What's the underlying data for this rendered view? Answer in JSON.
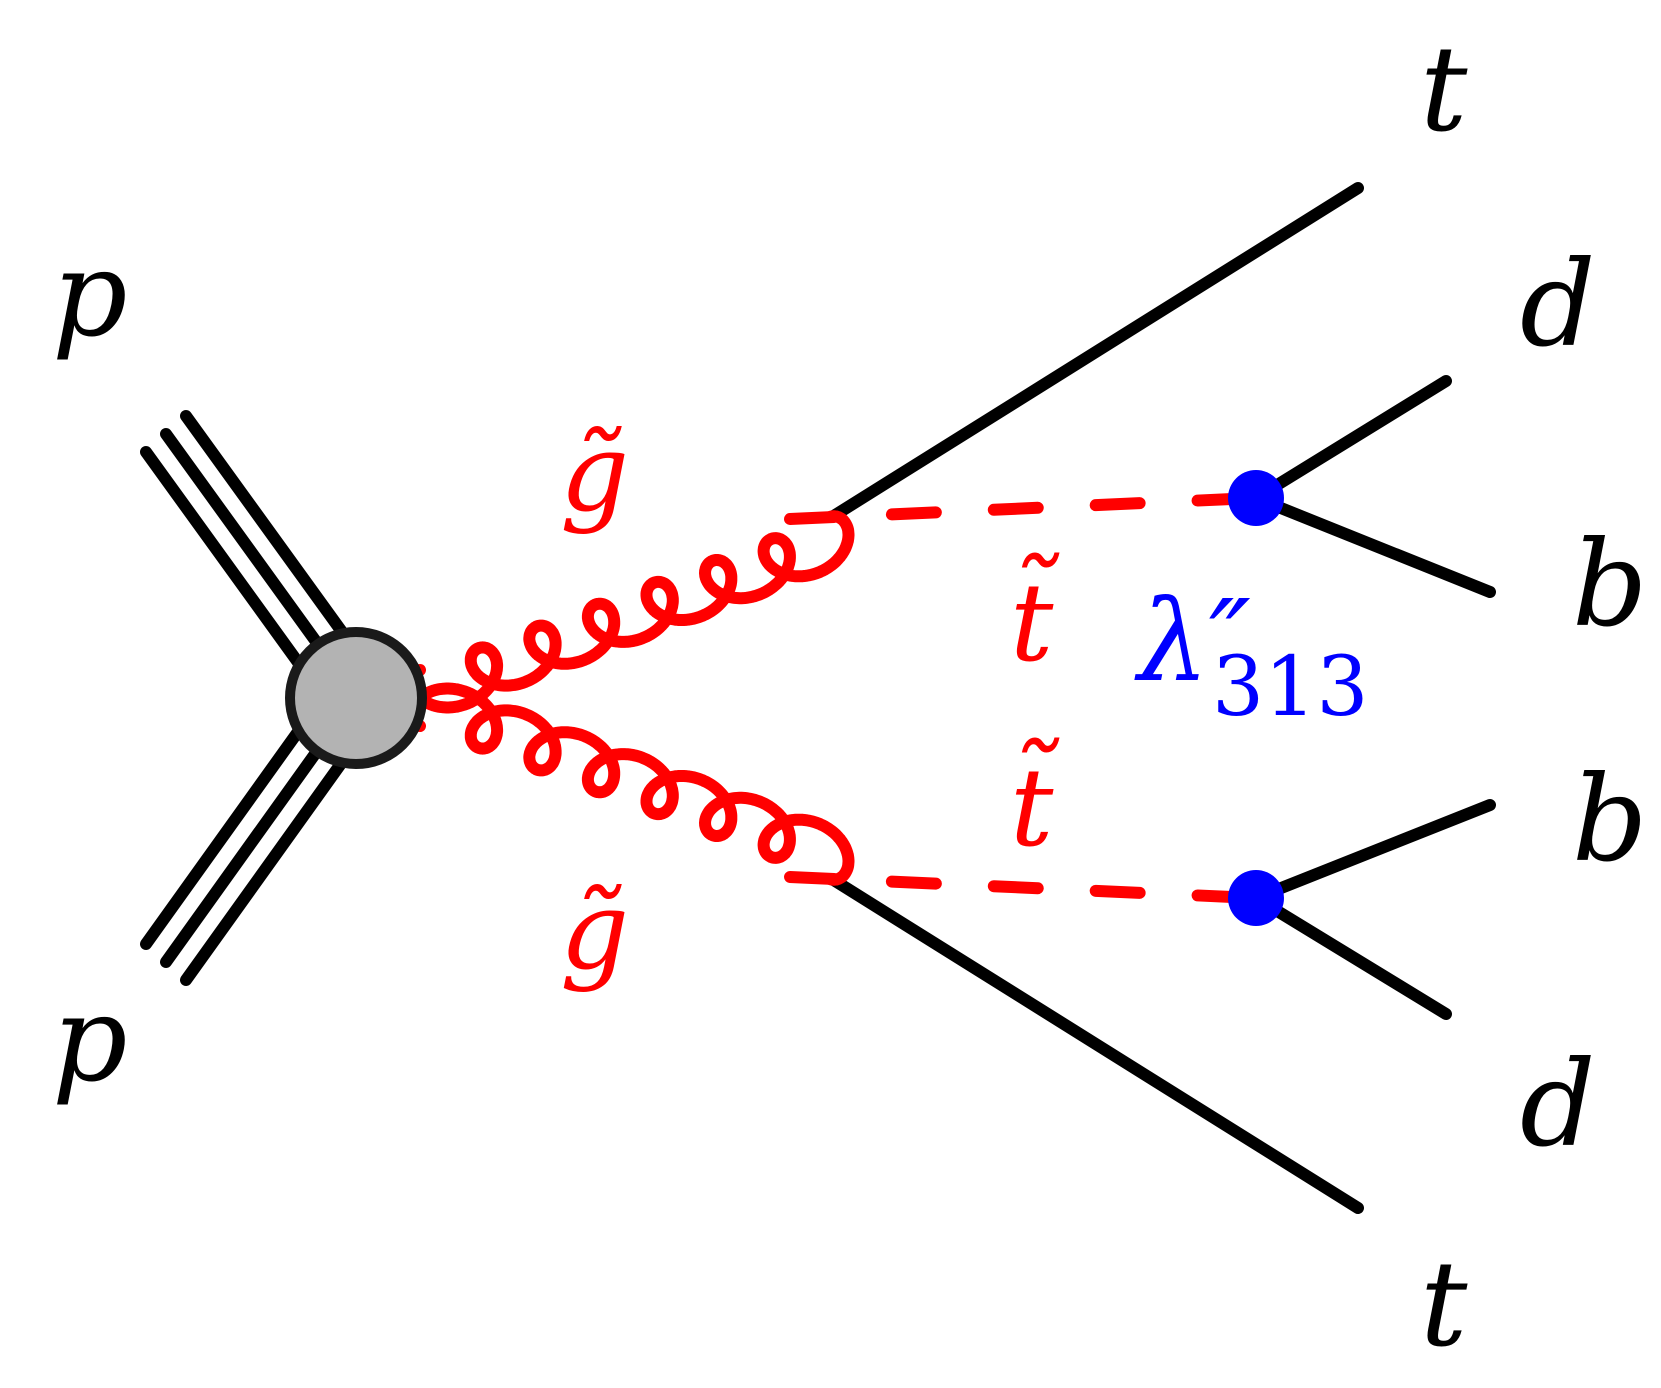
{
  "colors": {
    "particle_line": "#000000",
    "susy_line": "#ff0000",
    "rpv_vertex": "#0000ff",
    "blob_fill": "#b3b3b3",
    "blob_stroke": "#1a1a1a"
  },
  "labels": {
    "proton_top": "p",
    "proton_bottom": "p",
    "gluino_top": "g̃",
    "gluino_bottom": "g̃",
    "stop_top": "t̃",
    "stop_bottom": "t̃",
    "top_quark_top": "t",
    "top_quark_bottom": "t",
    "d_top": "d",
    "b_top": "b",
    "b_bottom": "b",
    "d_bottom": "d",
    "coupling_symbol": "λ″",
    "coupling_index": "313"
  }
}
